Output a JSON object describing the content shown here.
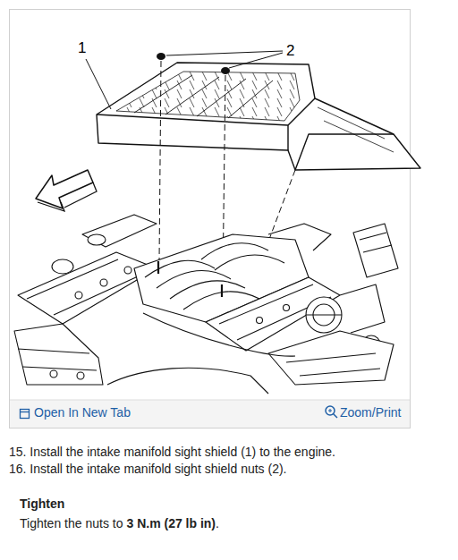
{
  "diagram": {
    "labels": [
      "1",
      "2",
      "Open In New Tab",
      "Zoom/Print",
      "15. Install the intake manifold sight shield (1) to the engine.",
      "16. Install the intake manifold sight shield nuts (2).",
      "Tighten",
      "Tighten the nuts to",
      "3 N.m (27 lb in)",
      "."
    ]
  }
}
